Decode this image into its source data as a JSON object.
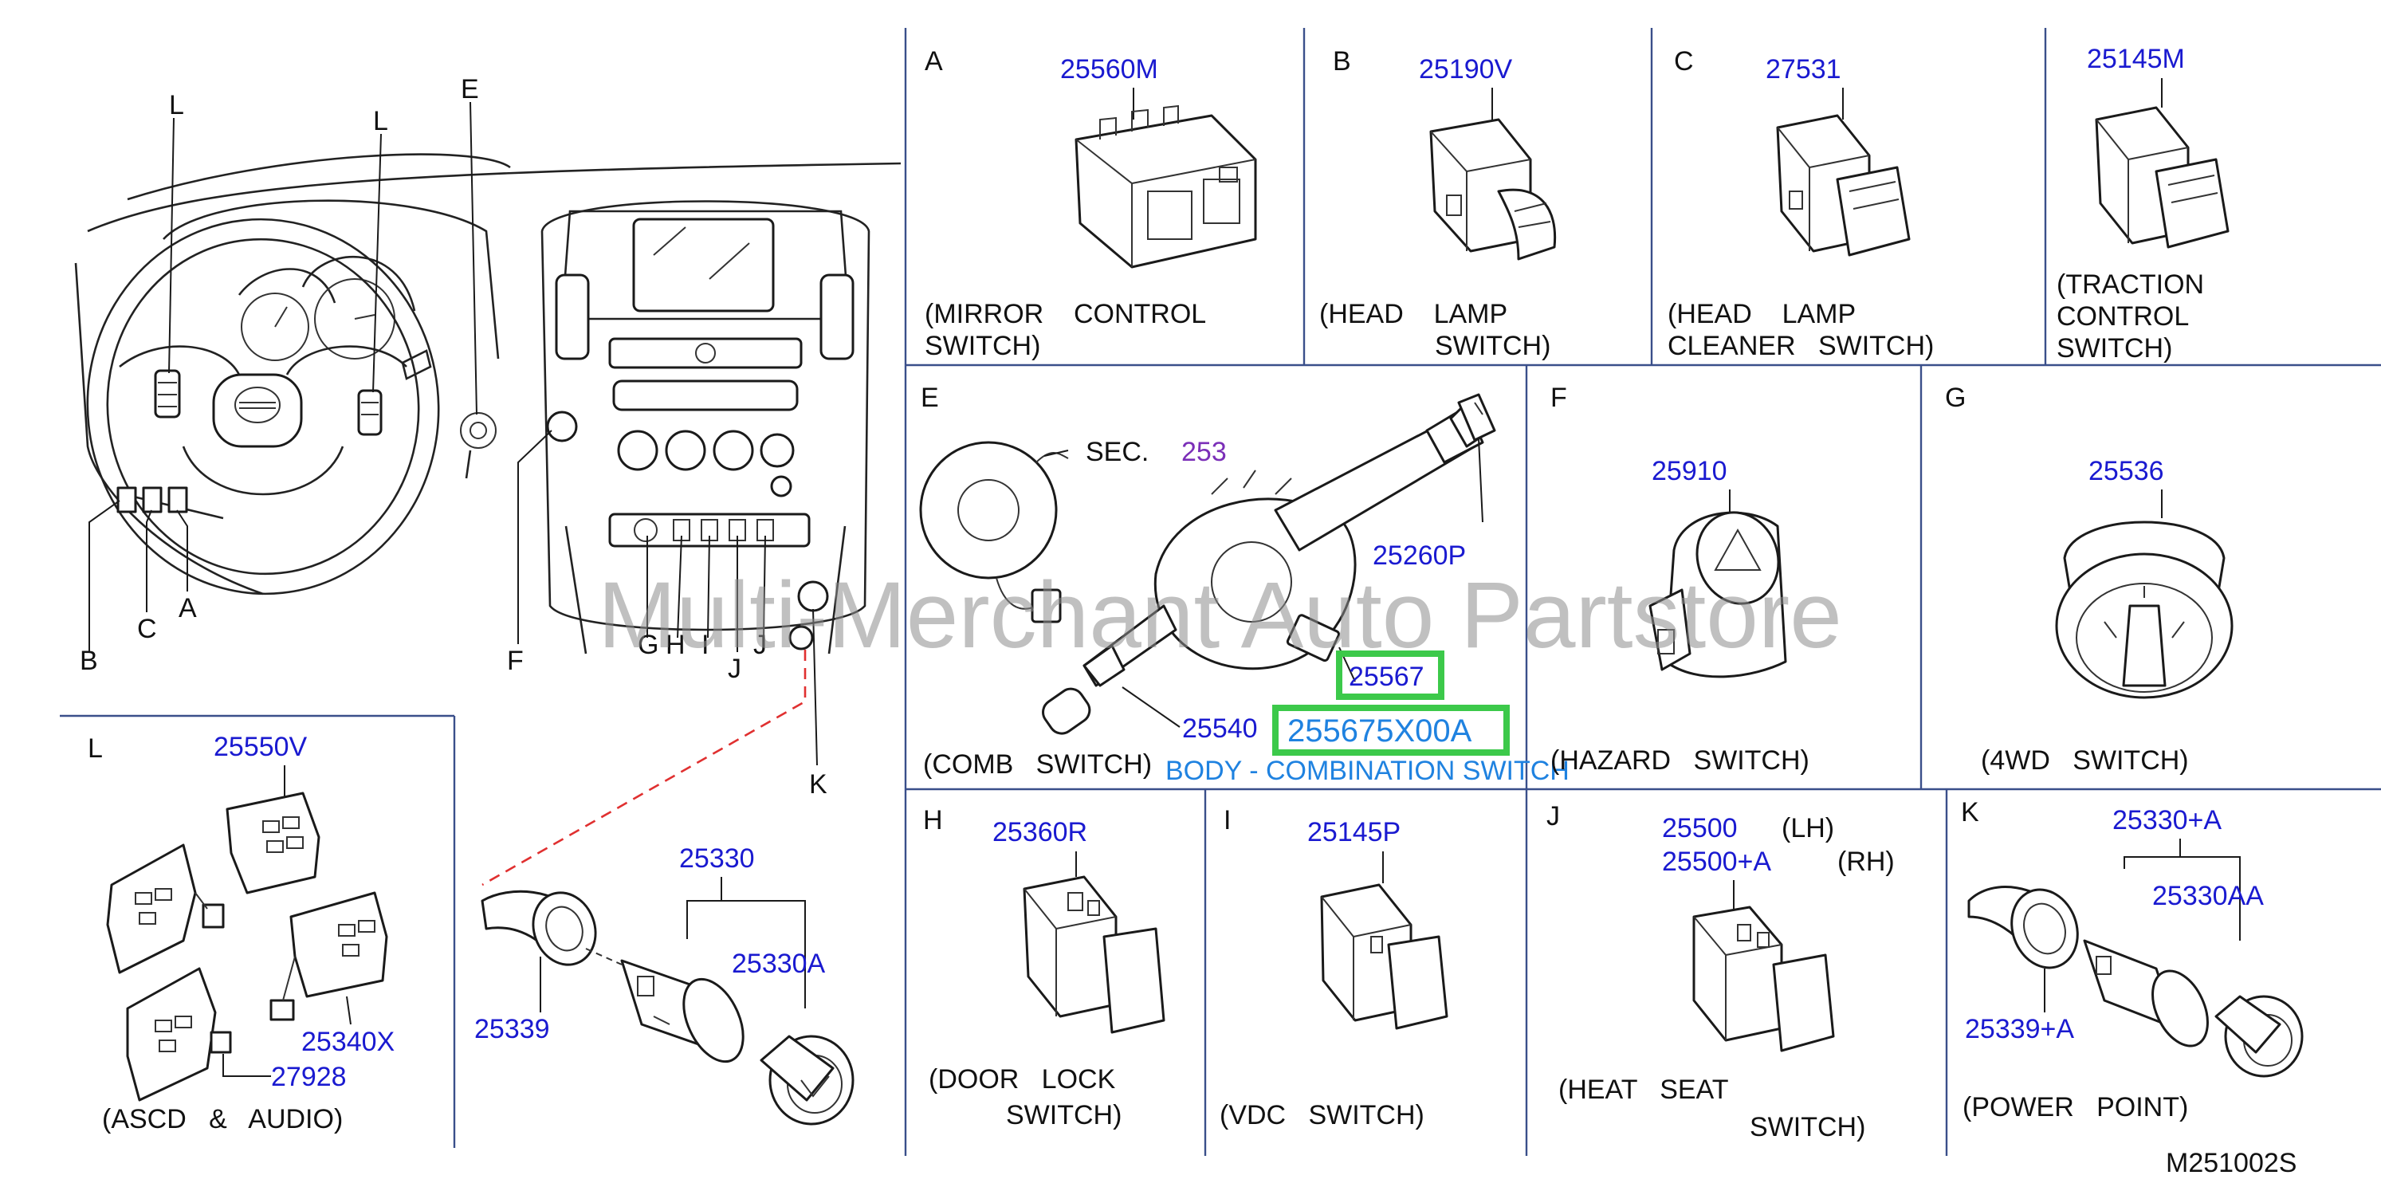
{
  "watermark": "Multi-Merchant Auto Partstore",
  "figure_code": "M251002S",
  "overview_letters": {
    "L_left": "L",
    "L_right": "L",
    "E": "E",
    "F": "F",
    "A": "A",
    "B": "B",
    "C": "C",
    "G": "G",
    "H": "H",
    "I": "I",
    "J1": "J",
    "J2": "J",
    "K": "K"
  },
  "panels": {
    "A": {
      "letter": "A",
      "part": "25560M",
      "desc1": "(MIRROR    CONTROL",
      "desc2": "SWITCH)"
    },
    "B": {
      "letter": "B",
      "part": "25190V",
      "desc1": "(HEAD    LAMP",
      "desc2": "SWITCH)"
    },
    "C": {
      "letter": "C",
      "part": "27531",
      "desc1": "(HEAD    LAMP",
      "desc2": "CLEANER   SWITCH)"
    },
    "D": {
      "part": "25145M",
      "desc1": "(TRACTION",
      "desc2": "CONTROL",
      "desc3": "SWITCH)"
    },
    "E": {
      "letter": "E",
      "sec_label": "SEC.",
      "sec_num": "253",
      "part1": "25260P",
      "part2": "25567",
      "part3": "25540",
      "part4": "255675X00A",
      "desc": "(COMB   SWITCH)",
      "body_label": "BODY - COMBINATION SWITCH"
    },
    "F": {
      "letter": "F",
      "part": "25910",
      "desc": "(HAZARD   SWITCH)"
    },
    "G": {
      "letter": "G",
      "part": "25536",
      "desc": "(4WD   SWITCH)"
    },
    "H": {
      "letter": "H",
      "part": "25360R",
      "desc1": "(DOOR   LOCK",
      "desc2": "SWITCH)"
    },
    "I": {
      "letter": "I",
      "part": "25145P",
      "desc": "(VDC   SWITCH)"
    },
    "J": {
      "letter": "J",
      "part1": "25500",
      "side1": "(LH)",
      "part2": "25500+A",
      "side2": "(RH)",
      "desc1": "(HEAT   SEAT",
      "desc2": "SWITCH)"
    },
    "K": {
      "letter": "K",
      "part1": "25330+A",
      "part2": "25330AA",
      "part3": "25339+A",
      "desc": "(POWER   POINT)"
    },
    "L": {
      "letter": "L",
      "part1": "25550V",
      "part2": "25340X",
      "part3": "27928",
      "desc": "(ASCD   &   AUDIO)"
    },
    "P": {
      "part1": "25330",
      "part2": "25330A",
      "part3": "25339"
    }
  },
  "colors": {
    "part_number": "#1a1ad0",
    "highlight": "#3cc94a",
    "sec_number": "#7b2fb8",
    "body_label": "#1f82e0",
    "leader_dashed": "#e03030"
  }
}
